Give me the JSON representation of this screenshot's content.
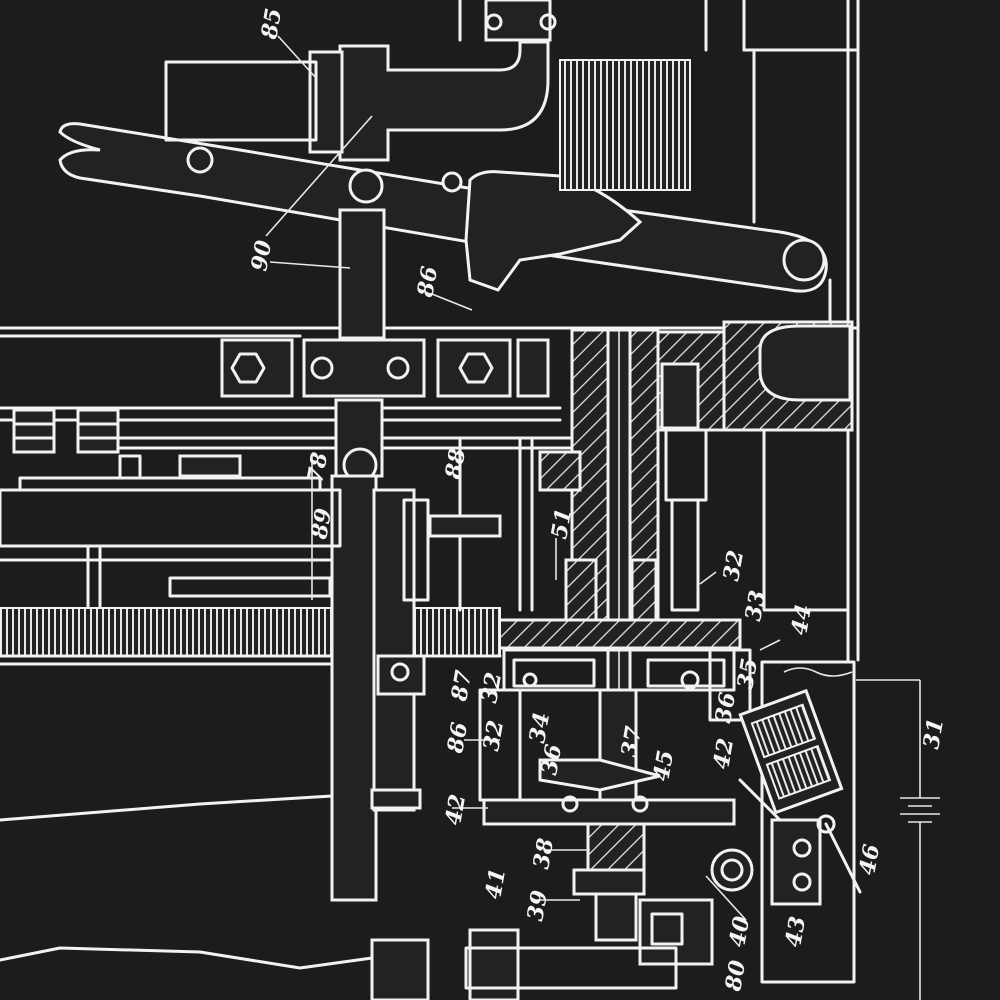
{
  "background_color": "#1c1c1c",
  "line_color": "#f2f2f2",
  "callouts": [
    {
      "text": "85"
    },
    {
      "text": "90"
    },
    {
      "text": "86"
    },
    {
      "text": "78"
    },
    {
      "text": "88"
    },
    {
      "text": "89"
    },
    {
      "text": "51"
    },
    {
      "text": "32"
    },
    {
      "text": "33"
    },
    {
      "text": "44"
    },
    {
      "text": "35"
    },
    {
      "text": "87"
    },
    {
      "text": "32"
    },
    {
      "text": "86"
    },
    {
      "text": "32"
    },
    {
      "text": "34"
    },
    {
      "text": "36"
    },
    {
      "text": "37"
    },
    {
      "text": "36"
    },
    {
      "text": "42"
    },
    {
      "text": "45"
    },
    {
      "text": "31"
    },
    {
      "text": "42"
    },
    {
      "text": "41"
    },
    {
      "text": "38"
    },
    {
      "text": "39"
    },
    {
      "text": "40"
    },
    {
      "text": "43"
    },
    {
      "text": "46"
    },
    {
      "text": "80"
    }
  ]
}
